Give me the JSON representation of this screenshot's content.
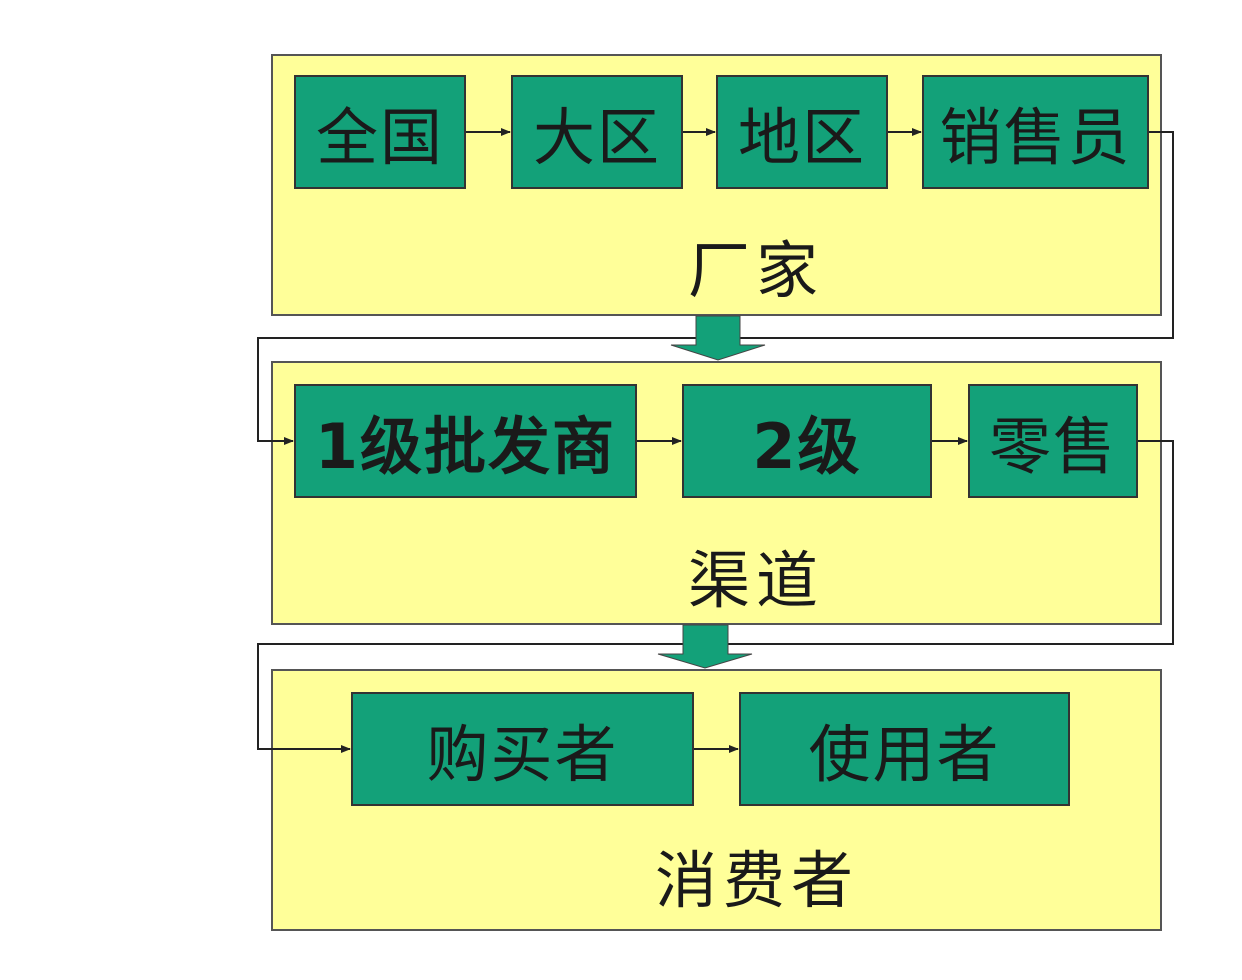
{
  "colors": {
    "panel_fill": "#ffff99",
    "box_fill": "#13a179",
    "transfer_arrow_fill": "#13a179",
    "line": "#222222"
  },
  "panels": [
    {
      "label": "厂家",
      "boxes": [
        {
          "label": "全国"
        },
        {
          "label": "大区"
        },
        {
          "label": "地区"
        },
        {
          "label": "销售员"
        }
      ]
    },
    {
      "label": "渠道",
      "boxes": [
        {
          "label": "1级批发商"
        },
        {
          "label": "2级"
        },
        {
          "label": "零售"
        }
      ]
    },
    {
      "label": "消费者",
      "boxes": [
        {
          "label": "购买者"
        },
        {
          "label": "使用者"
        }
      ]
    }
  ]
}
